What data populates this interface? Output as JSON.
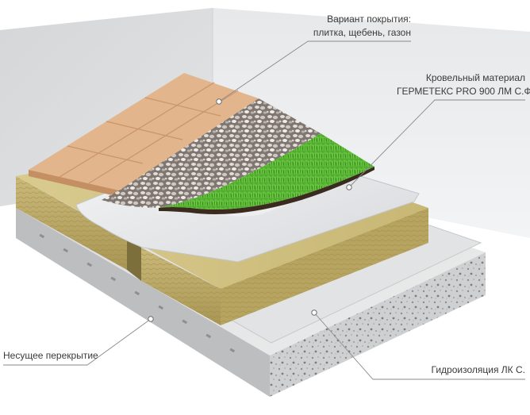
{
  "labels": {
    "coating_line1": "Вариант покрытия:",
    "coating_line2": "плитка, щебень, газон",
    "roofing_line1": "Кровельный материал",
    "roofing_line2": "ГЕРМЕТЕКС PRO 900 ЛМ С.Ф",
    "load_bearing": "Несущее перекрытие",
    "waterproofing": "Гидроизоляция ЛК С."
  }
}
